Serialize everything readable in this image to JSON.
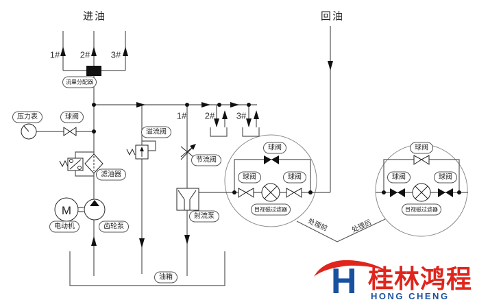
{
  "diagram": {
    "inlet_label": "进油",
    "return_label": "回油",
    "feed_points": [
      "1#",
      "2#",
      "3#"
    ],
    "manifold_points": [
      "1#",
      "2#",
      "3#"
    ],
    "flow_distributor": "流量分配器",
    "pressure_gauge": "压力表",
    "ball_valve": "球阀",
    "relief_valve": "溢流阀",
    "oil_filter": "滤油器",
    "throttle_valve": "节流阀",
    "jet_pump": "射流泵",
    "motor": "电动机",
    "motor_symbol": "M",
    "gear_pump": "齿轮泵",
    "oil_tank": "油箱",
    "detail_left": {
      "top_valve": "球阀",
      "left_valve": "球阀",
      "right_valve": "球阀",
      "filter": "目视磁过滤器",
      "caption": "处理前"
    },
    "detail_right": {
      "top_valve": "球阀",
      "left_valve": "球阀",
      "right_valve": "球阀",
      "filter": "目视磁过滤器",
      "caption": "处理后"
    }
  },
  "logo": {
    "monogram": "H",
    "name_cn": "桂林鸿程",
    "name_en": "HONG CHENG",
    "red": "#e0251c",
    "blue": "#1951a0"
  }
}
